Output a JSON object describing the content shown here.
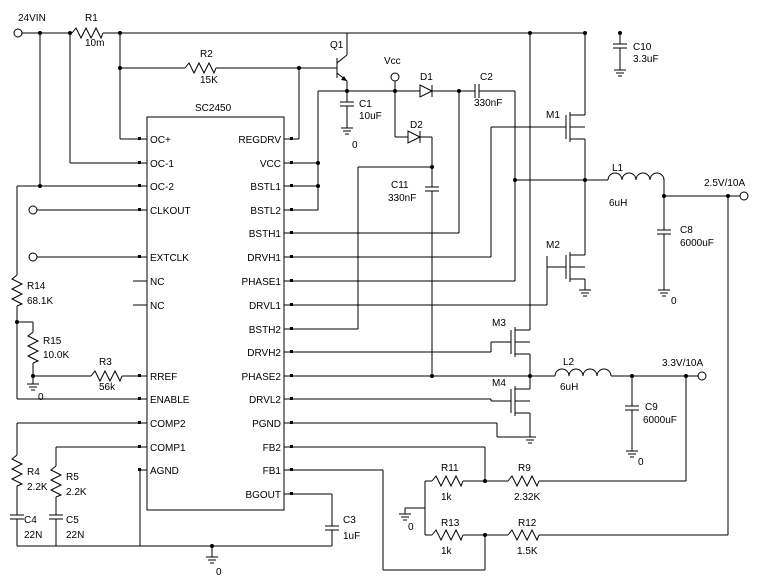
{
  "title": "",
  "ic": {
    "name": "SC2450",
    "left_pins": [
      "OC+",
      "OC-1",
      "OC-2",
      "CLKOUT",
      "EXTCLK",
      "NC",
      "NC",
      "RREF",
      "ENABLE",
      "COMP2",
      "COMP1",
      "AGND"
    ],
    "right_pins": [
      "REGDRV",
      "VCC",
      "BSTL1",
      "BSTL2",
      "BSTH1",
      "DRVH1",
      "PHASE1",
      "DRVL1",
      "BSTH2",
      "DRVH2",
      "PHASE2",
      "DRVL2",
      "PGND",
      "FB2",
      "FB1",
      "BGOUT"
    ]
  },
  "components": {
    "r1": {
      "ref": "R1",
      "value": "10m"
    },
    "r2": {
      "ref": "R2",
      "value": "15K"
    },
    "r3": {
      "ref": "R3",
      "value": "56k"
    },
    "r4": {
      "ref": "R4",
      "value": "2.2K"
    },
    "r5": {
      "ref": "R5",
      "value": "2.2K"
    },
    "r9": {
      "ref": "R9",
      "value": "2.32K"
    },
    "r11": {
      "ref": "R11",
      "value": "1k"
    },
    "r12": {
      "ref": "R12",
      "value": "1.5K"
    },
    "r13": {
      "ref": "R13",
      "value": "1k"
    },
    "r14": {
      "ref": "R14",
      "value": "68.1K"
    },
    "r15": {
      "ref": "R15",
      "value": "10.0K"
    },
    "c1": {
      "ref": "C1",
      "value": "10uF"
    },
    "c2": {
      "ref": "C2",
      "value": "330nF"
    },
    "c3": {
      "ref": "C3",
      "value": "1uF"
    },
    "c4": {
      "ref": "C4",
      "value": "22N"
    },
    "c5": {
      "ref": "C5",
      "value": "22N"
    },
    "c8": {
      "ref": "C8",
      "value": "6000uF"
    },
    "c9": {
      "ref": "C9",
      "value": "6000uF"
    },
    "c10": {
      "ref": "C10",
      "value": "3.3uF"
    },
    "c11": {
      "ref": "C11",
      "value": "330nF"
    },
    "l1": {
      "ref": "L1",
      "value": "6uH"
    },
    "l2": {
      "ref": "L2",
      "value": "6uH"
    },
    "d1": {
      "ref": "D1"
    },
    "d2": {
      "ref": "D2"
    },
    "q1": {
      "ref": "Q1"
    },
    "m1": {
      "ref": "M1"
    },
    "m2": {
      "ref": "M2"
    },
    "m3": {
      "ref": "M3"
    },
    "m4": {
      "ref": "M4"
    }
  },
  "nets": {
    "vin": "24VIN",
    "vcc": "Vcc",
    "out1": "2.5V/10A",
    "out2": "3.3V/10A",
    "gnd": "0"
  }
}
